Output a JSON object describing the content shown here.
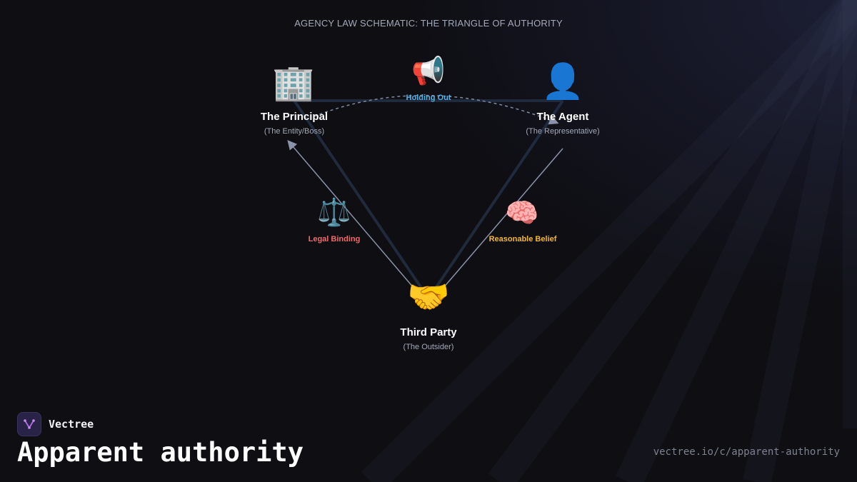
{
  "diagram": {
    "title": "AGENCY LAW SCHEMATIC: THE TRIANGLE OF AUTHORITY",
    "nodes": {
      "principal": {
        "icon": "🏢",
        "icon_name": "office-building-icon",
        "label": "The Principal",
        "sublabel": "(The Entity/Boss)"
      },
      "agent": {
        "icon": "👤",
        "icon_name": "person-silhouette-icon",
        "label": "The Agent",
        "sublabel": "(The Representative)"
      },
      "third_party": {
        "icon": "🤝",
        "icon_name": "handshake-icon",
        "label": "Third Party",
        "sublabel": "(The Outsider)"
      }
    },
    "edges": {
      "holding_out": {
        "icon": "📢",
        "icon_name": "megaphone-icon",
        "label": "Holding Out",
        "color": "#4fb3e8"
      },
      "legal_binding": {
        "icon": "⚖️",
        "icon_name": "scales-icon",
        "label": "Legal Binding",
        "color": "#f06a6a"
      },
      "reasonable_belief": {
        "icon": "🧠",
        "icon_name": "brain-icon",
        "label": "Reasonable Belief",
        "color": "#f2b632"
      }
    }
  },
  "footer": {
    "brand_name": "Vectree",
    "page_title": "Apparent authority",
    "url": "vectree.io/c/apparent-authority"
  }
}
